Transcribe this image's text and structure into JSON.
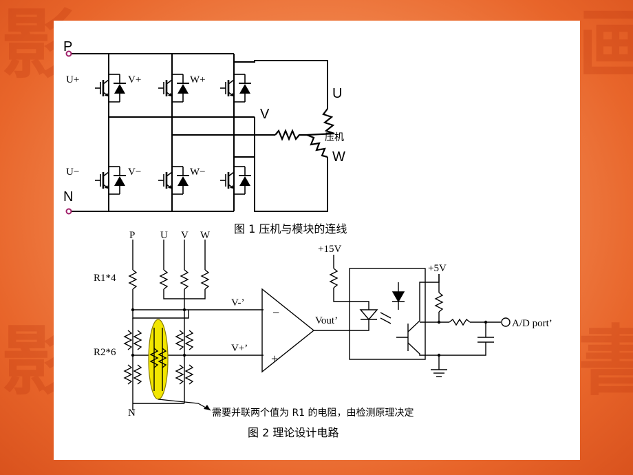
{
  "fig1": {
    "terminal_p": "P",
    "terminal_n": "N",
    "sw_u_plus": "U+",
    "sw_v_plus": "V+",
    "sw_w_plus": "W+",
    "sw_u_minus": "U−",
    "sw_v_minus": "V−",
    "sw_w_minus": "W−",
    "phase_u": "U",
    "phase_v": "V",
    "phase_w": "W",
    "motor_label": "压机",
    "caption": "图 1  压机与模块的连线"
  },
  "fig2": {
    "in_p": "P",
    "in_u": "U",
    "in_v": "V",
    "in_w": "W",
    "r1_label": "R1*4",
    "r2_label": "R2*6",
    "in_n": "N",
    "vminus_label": "V-’",
    "vplus_label": "V+’",
    "vout_label": "Vout’",
    "supply_15": "+15V",
    "supply_5": "+5V",
    "ad_label": "A/D port’",
    "note": "需要并联两个值为 R1 的电阻，由检测原理决定",
    "caption": "图 2  理论设计电路"
  },
  "colors": {
    "terminal_dot": "#a0206a",
    "highlight": "#f2e600"
  }
}
